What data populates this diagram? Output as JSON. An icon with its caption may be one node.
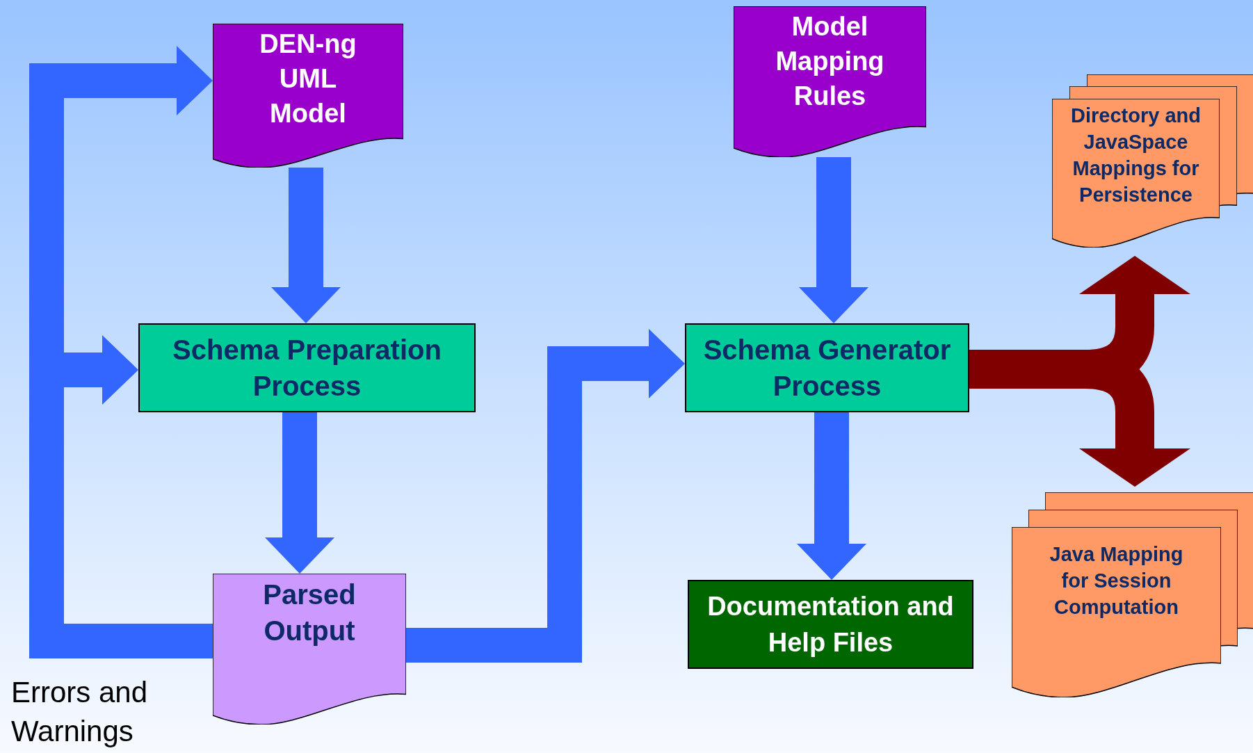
{
  "diagram": {
    "nodes": [
      {
        "text": [
          "DEN-ng UML Model"
        ]
      },
      {
        "text": [
          "Model Mapping Rules"
        ]
      },
      {
        "text": [
          "Directory and JavaSpace Mappings for Persistence"
        ]
      },
      {
        "text": [
          "Schema Preparation Process"
        ]
      },
      {
        "text": [
          "Schema Generator Process"
        ]
      },
      {
        "text": [
          "Parsed Output"
        ]
      },
      {
        "text": [
          "Documentation and Help Files"
        ]
      },
      {
        "text": [
          "Java Mapping for Session Computation"
        ]
      }
    ],
    "edges": [
      {
        "from": 0,
        "to": 3,
        "arrow": "to"
      },
      {
        "from": 1,
        "to": 4,
        "arrow": "to"
      },
      {
        "from": 3,
        "to": 5,
        "arrow": "to"
      },
      {
        "from": 4,
        "to": 6,
        "arrow": "to"
      },
      {
        "from": 5,
        "to": 0,
        "arrow": "to"
      },
      {
        "from": 5,
        "to": 3,
        "arrow": "to"
      },
      {
        "from": 5,
        "to": 4,
        "arrow": "to"
      },
      {
        "from": 4,
        "to": 2,
        "arrow": "to",
        "color": "#800000"
      },
      {
        "from": 4,
        "to": 7,
        "arrow": "to",
        "color": "#800000"
      }
    ],
    "labels": [
      "Errors and Warnings"
    ]
  }
}
